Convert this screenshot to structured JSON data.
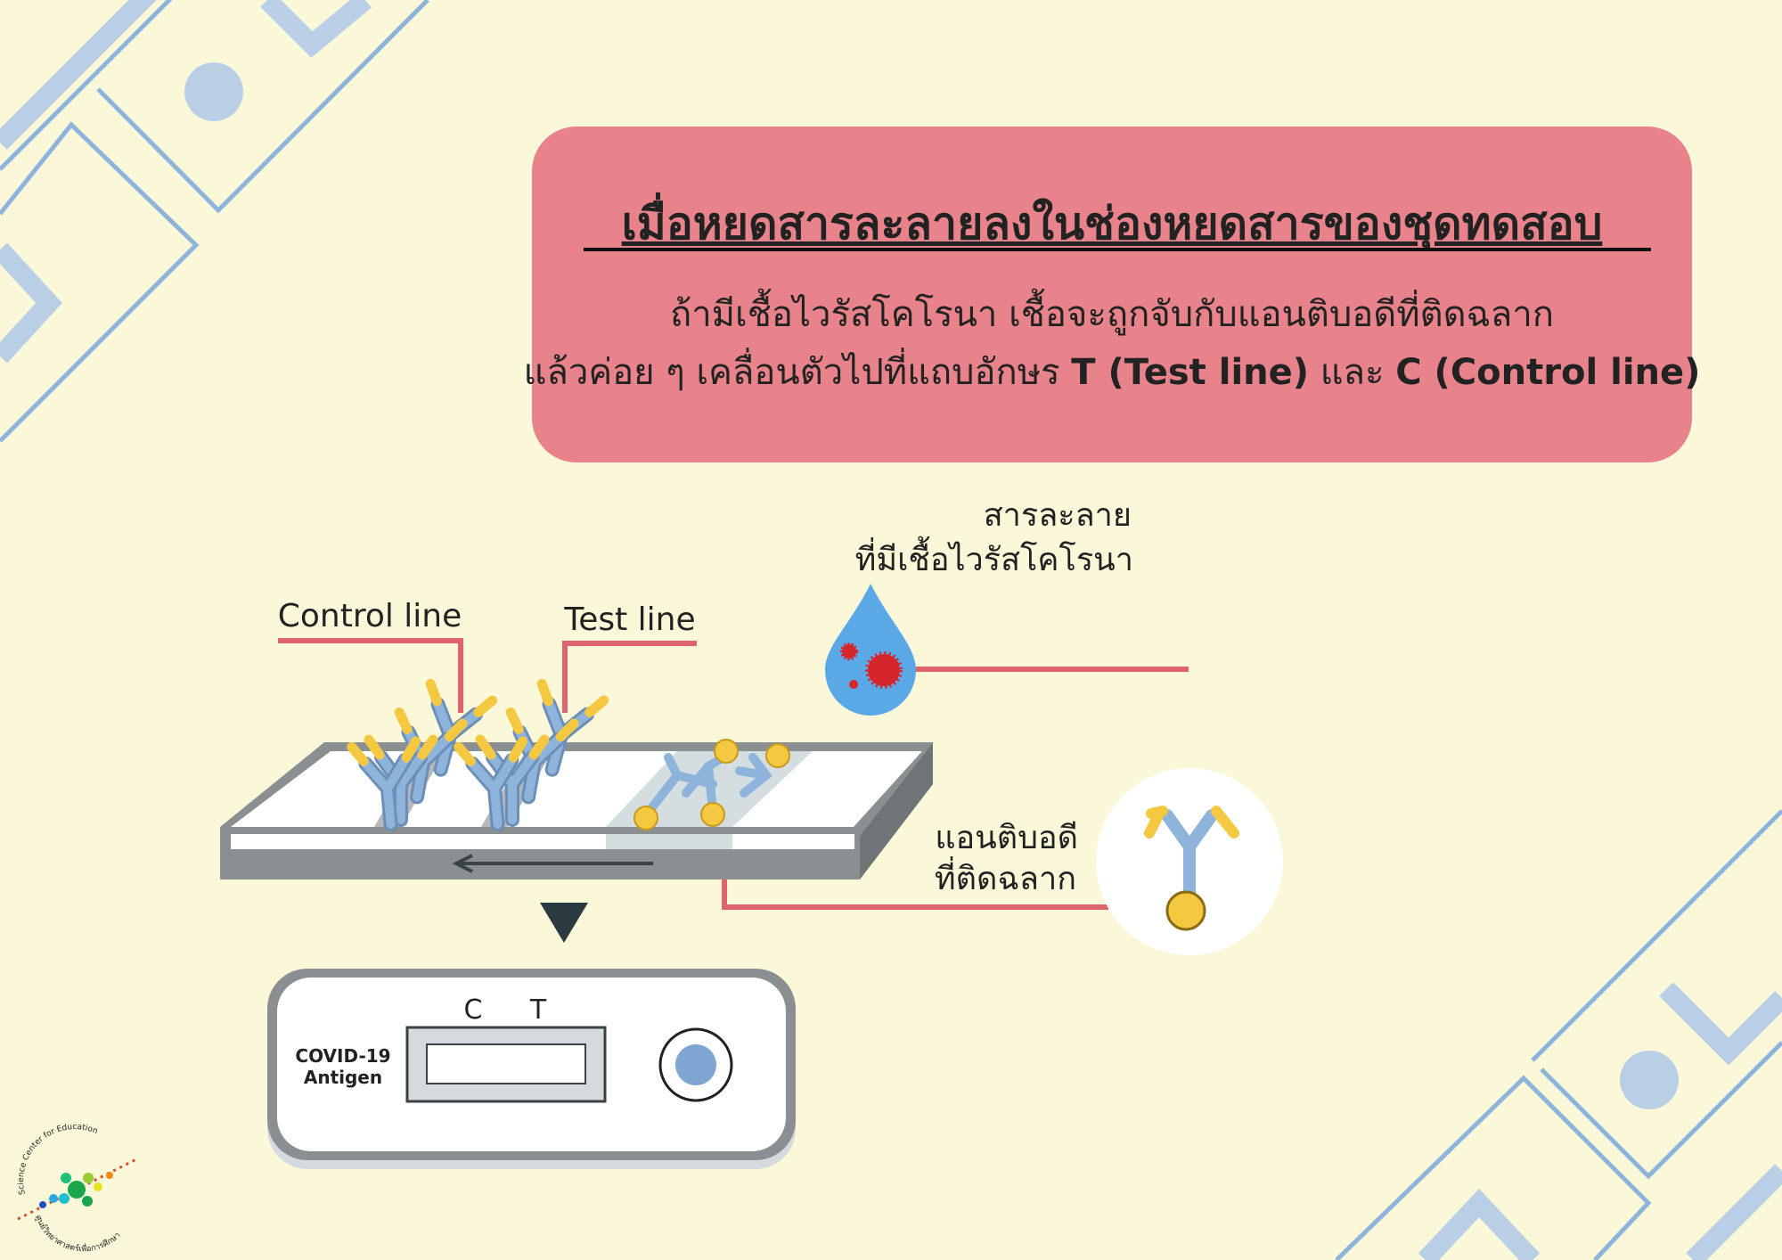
{
  "header": {
    "title": "เมื่อหยดสารละลายลงในช่องหยดสารของชุดทดสอบ",
    "line1": "ถ้ามีเชื้อไวรัสโคโรนา เชื้อจะถูกจับกับแอนติบอดีที่ติดฉลาก",
    "line2_prefix": "แล้วค่อย ๆ เคลื่อนตัวไปที่แถบอักษร ",
    "line2_t": "T (Test line)",
    "line2_mid": " และ ",
    "line2_c": "C (Control line)"
  },
  "labels": {
    "solution_1": "สารละลาย",
    "solution_2": "ที่มีเชื้อไวรัสโคโรนา",
    "control_line": "Control line",
    "test_line": "Test line",
    "antibody_1": "แอนติบอดี",
    "antibody_2": "ที่ติดฉลาก"
  },
  "cassette": {
    "c": "C",
    "t": "T",
    "name_1": "COVID-19",
    "name_2": "Antigen"
  },
  "logo": {
    "text_en": "Science Center for Education",
    "text_th": "ศูนย์วิทยาศาสตร์เพื่อการศึกษา"
  },
  "colors": {
    "background": "#fbf8d9",
    "banner": "#e8838c",
    "accent_line": "#e06470",
    "antibody_blue": "#7fa6d2",
    "label_yellow": "#f5c842",
    "virus_red": "#d7262b",
    "drop_blue": "#5aa8e6"
  }
}
